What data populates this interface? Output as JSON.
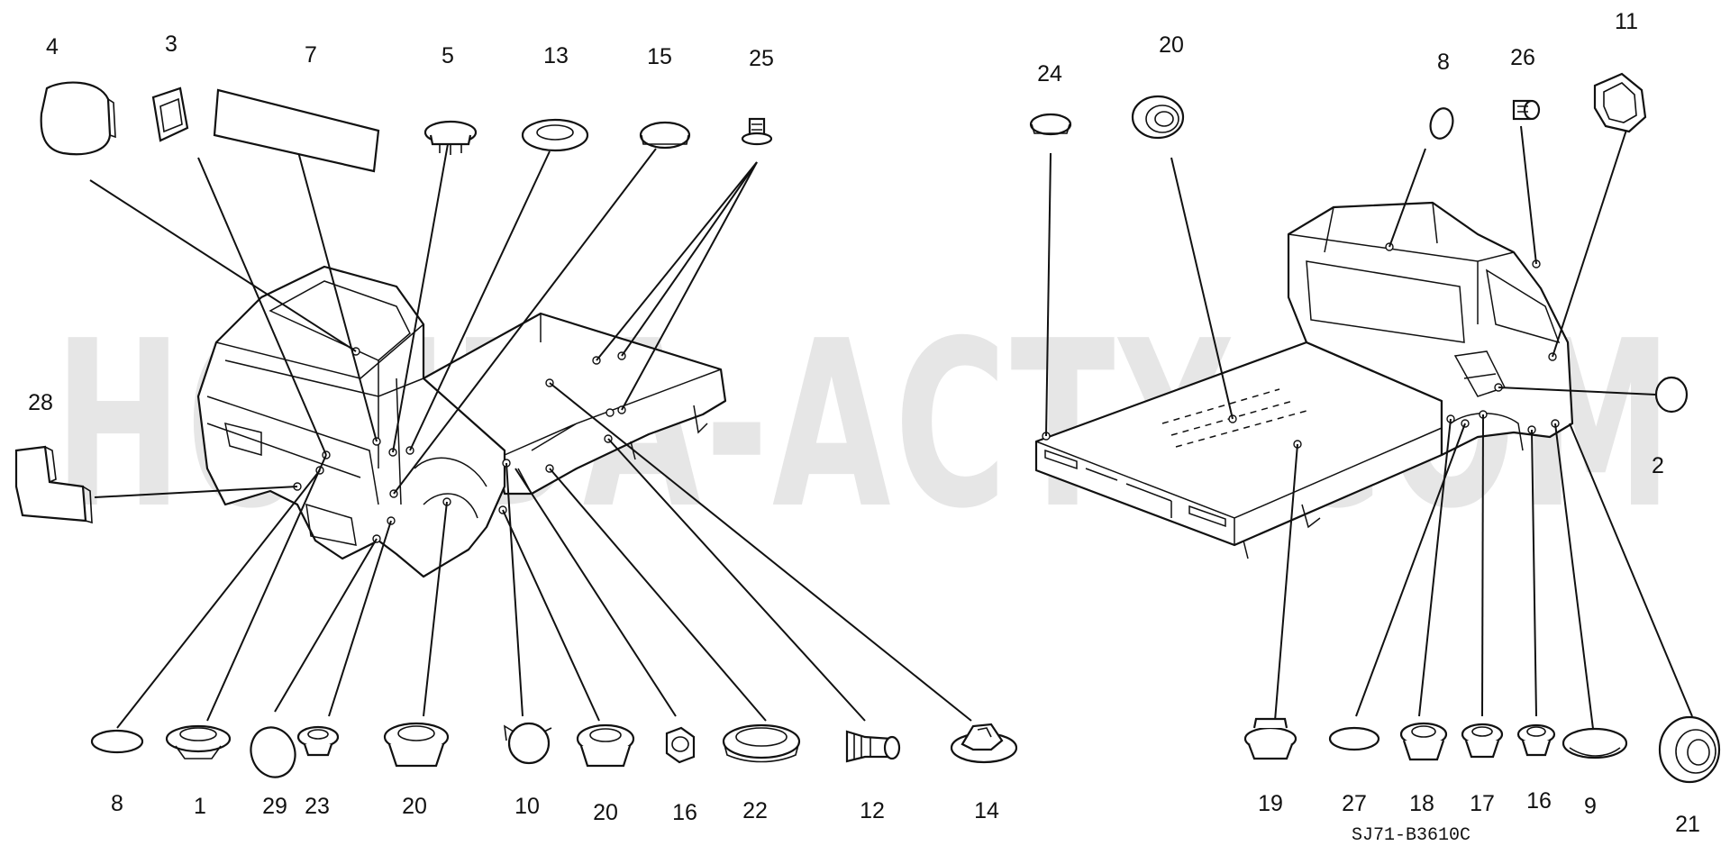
{
  "watermark": "HONDA-ACTY.COM",
  "diagram_code": "SJ71-B3610C",
  "callouts": {
    "p4": "4",
    "p3": "3",
    "p7": "7",
    "p5": "5",
    "p13": "13",
    "p15": "15",
    "p25": "25",
    "p28": "28",
    "b8": "8",
    "b1": "1",
    "b29": "29",
    "b23": "23",
    "b20a": "20",
    "b10": "10",
    "b20b": "20",
    "b16": "16",
    "b22": "22",
    "b12": "12",
    "b14": "14",
    "r24": "24",
    "r20": "20",
    "r8": "8",
    "r26": "26",
    "r11": "11",
    "r2": "2",
    "r19": "19",
    "r27": "27",
    "r18": "18",
    "r17": "17",
    "r16": "16",
    "r9": "9",
    "r21": "21"
  }
}
